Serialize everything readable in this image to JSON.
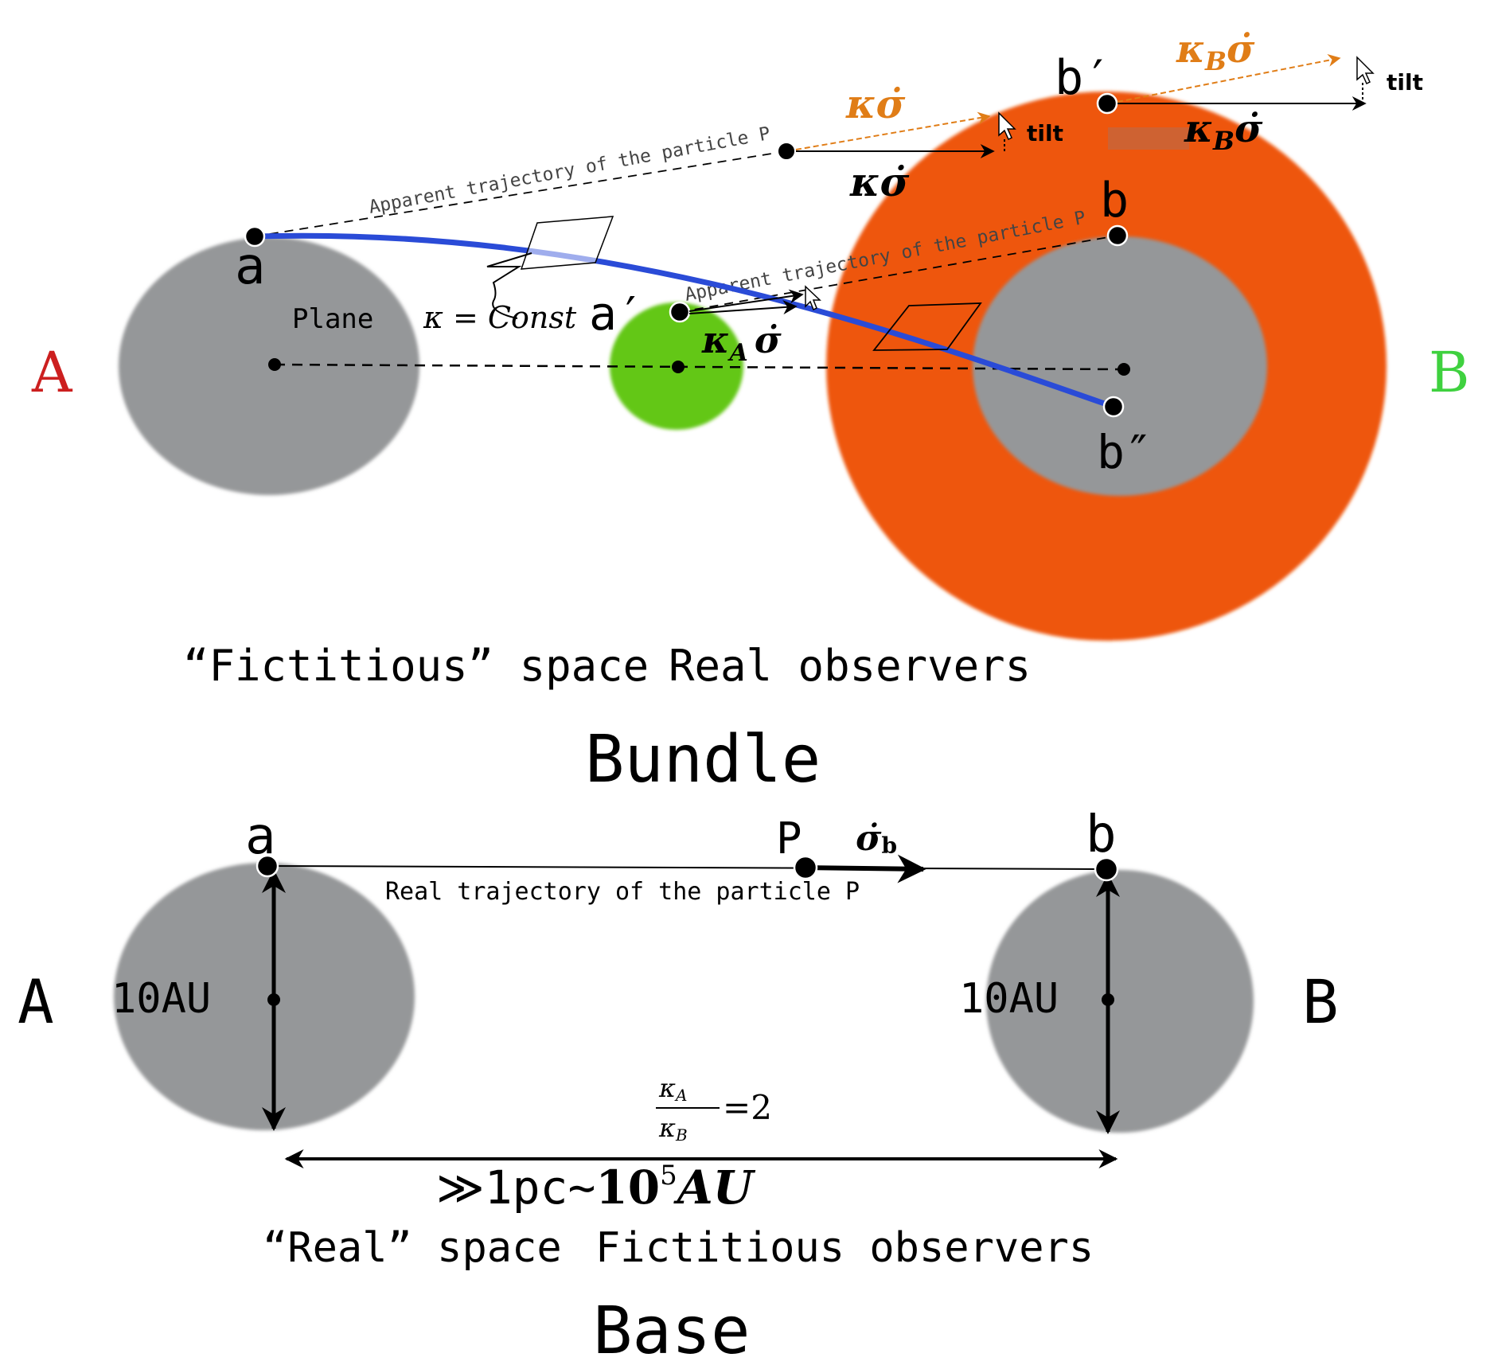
{
  "colors": {
    "gray_body": "#959799",
    "orange_ring": "#ee560f",
    "green_body": "#63c713",
    "blue_path": "#2a4bd7",
    "orange_text": "#e07d17",
    "label_A_red": "#cc1f1f",
    "label_B_green": "#3fd13f"
  },
  "bundle": {
    "label_A": "A",
    "label_B": "B",
    "point_a": "a",
    "point_a_prime": "a′",
    "point_b": "b",
    "point_b_prime": "b′",
    "point_b_double_prime": "b″",
    "apparent_label_1": "Apparent trajectory of the particle P",
    "apparent_label_2": "Apparent trajectory of the particle P",
    "plane_label": "Plane",
    "kappa_const": "κ = Const",
    "kappa_sigma_orange": "κσ̇",
    "kappa_sigma_black": "κσ̇",
    "kappaB_sigma_orange": "κ",
    "kappaB_sigma_orange_sub": "B",
    "kappaB_sigma_orange_tail": "σ̇",
    "kappaB_sigma_black": "κ",
    "kappaB_sigma_black_sub": "B",
    "kappaB_sigma_black_tail": "σ̇",
    "kappaA_sigma": "κ",
    "kappaA_sigma_sub": "A",
    "kappaA_sigma_tail": "σ̇",
    "tilt_1": "tilt",
    "tilt_2": "tilt",
    "caption_left": "“Fictitious” space",
    "caption_right": "Real observers",
    "title": "Bundle"
  },
  "base": {
    "label_A": "A",
    "label_B": "B",
    "point_a": "a",
    "point_b": "b",
    "point_P": "P",
    "sigma_b": "σ̇",
    "sigma_b_sub": "b",
    "trajectory_label": "Real trajectory of the particle P",
    "diameter_left": "10AU",
    "diameter_right": "10AU",
    "ratio_num": "κ",
    "ratio_num_sub": "A",
    "ratio_den": "κ",
    "ratio_den_sub": "B",
    "ratio_value": "=2",
    "distance_prefix": "≫1pc∼",
    "distance_number": "10",
    "distance_exp": "5",
    "distance_unit": "AU",
    "caption_left": "“Real” space",
    "caption_right": "Fictitious observers",
    "title": "Base"
  }
}
